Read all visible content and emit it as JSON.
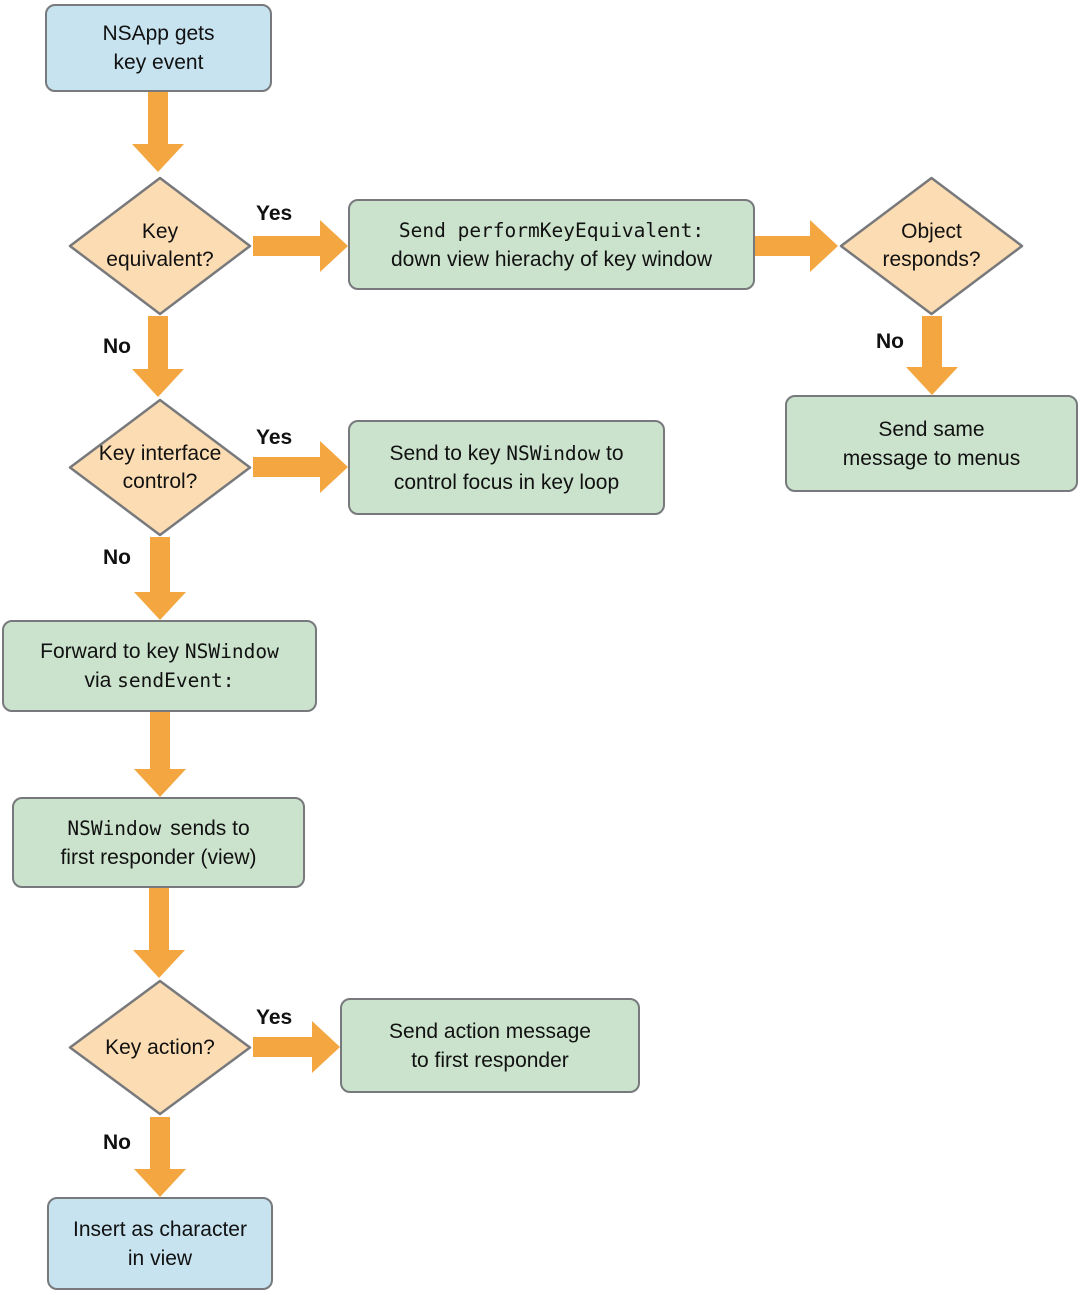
{
  "colors": {
    "box_blue": "#c6e3ef",
    "box_green": "#cbe3cd",
    "diamond_fill": "#fcdcb2",
    "arrow": "#f4a640",
    "border": "#77797c",
    "text": "#111111"
  },
  "nodes": {
    "start": {
      "line1": "NSApp gets",
      "line2": "key event"
    },
    "key_equivalent": {
      "line1": "Key",
      "line2": "equivalent?"
    },
    "perform_key_equivalent": {
      "code_line": "Send performKeyEquivalent:",
      "line2": "down view hierachy of key window"
    },
    "object_responds": {
      "line1": "Object",
      "line2": "responds?"
    },
    "send_same_message": {
      "line1": "Send same",
      "line2": "message to menus"
    },
    "key_interface_control": {
      "line1": "Key interface",
      "line2": "control?"
    },
    "send_to_key_window": {
      "line1_pre": "Send to key ",
      "line1_mono": "NSWindow",
      "line1_post": " to",
      "line2": "control focus in key loop"
    },
    "forward_to_key_window": {
      "line1_pre": "Forward to key ",
      "line1_mono": "NSWindow",
      "line2_pre": "via ",
      "line2_mono": "sendEvent:"
    },
    "window_sends": {
      "line1_mono": "NSWindow",
      "line1_post": "sends to",
      "line2": "first responder (view)"
    },
    "key_action": {
      "line1": "Key action?"
    },
    "send_action_message": {
      "line1": "Send action message",
      "line2": "to first responder"
    },
    "insert_as_character": {
      "line1": "Insert as character",
      "line2": "in view"
    }
  },
  "edges": {
    "key_equivalent_yes": "Yes",
    "key_equivalent_no": "No",
    "object_responds_no": "No",
    "key_interface_yes": "Yes",
    "key_interface_no": "No",
    "key_action_yes": "Yes",
    "key_action_no": "No"
  }
}
